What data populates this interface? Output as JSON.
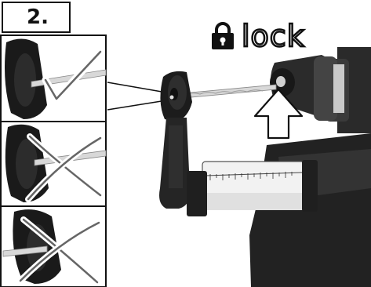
{
  "step": {
    "number_label": "2."
  },
  "lock_label": {
    "text": "lock",
    "icon": "padlock-icon"
  },
  "panels": [
    {
      "name": "correct",
      "mark": "checkmark-icon"
    },
    {
      "name": "incorrect-1",
      "mark": "cross-icon"
    },
    {
      "name": "incorrect-2",
      "mark": "cross-icon"
    }
  ],
  "colors": {
    "outline": "#111111",
    "tool_dark": "#1c1c1c",
    "drill_bit": "#d8d8d8"
  }
}
